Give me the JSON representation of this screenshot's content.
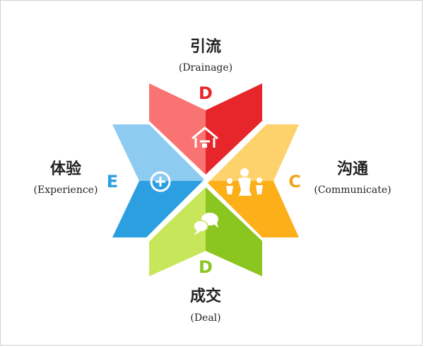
{
  "sections": {
    "top": {
      "title": "引流",
      "subtitle": "(Drainage)",
      "letter": "D",
      "icon": "house-icon"
    },
    "left": {
      "title": "体验",
      "subtitle": "(Experience)",
      "letter": "E",
      "icon": "plus-circle-icon"
    },
    "right": {
      "title": "沟通",
      "subtitle": "(Communicate)",
      "letter": "C",
      "icon": "family-icon"
    },
    "bottom": {
      "title": "成交",
      "subtitle": "(Deal)",
      "letter": "D",
      "icon": "speech-bubbles-icon"
    }
  },
  "colors": {
    "top_left": "#f87371",
    "top_right": "#e6262b",
    "left_top": "#8ecbf0",
    "left_bottom": "#2c9fe0",
    "right_top": "#fdd16b",
    "right_bottom": "#fcaf19",
    "bottom_left": "#c7e65a",
    "bottom_right": "#8bc51f",
    "letter_top": "#e6262b",
    "letter_left": "#2c9fe0",
    "letter_right": "#f0a51c",
    "letter_bottom": "#8bc51f"
  }
}
